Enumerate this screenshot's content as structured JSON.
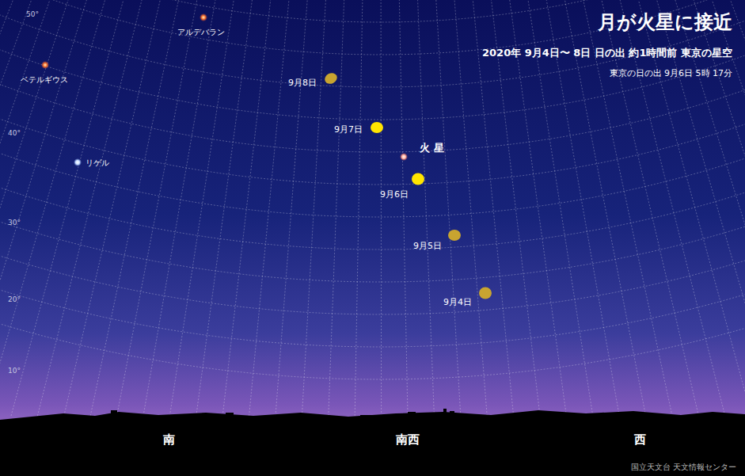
{
  "diagram": {
    "title": "月が火星に接近",
    "labels": [
      "50°",
      "40°",
      "30°",
      "20°",
      "10°",
      "アルデバラン",
      "ベテルギウス",
      "リゲル",
      "9月8日",
      "9月7日",
      "火 星",
      "9月6日",
      "9月5日",
      "9月4日",
      "2020年 9月4日〜 8日 日の出 約1時間前 東京の星空",
      "東京の日の出 9月6日 5時 17分",
      "南",
      "南西",
      "西",
      "国立天文台 天文情報センター"
    ]
  }
}
